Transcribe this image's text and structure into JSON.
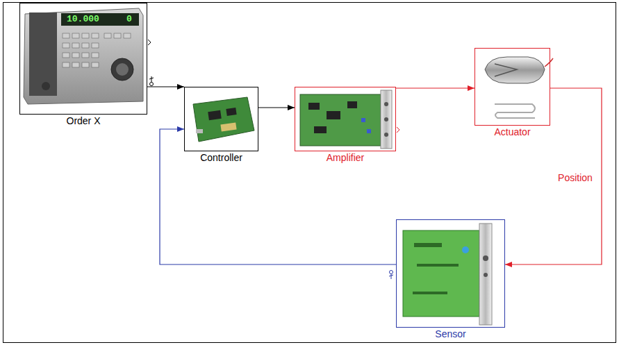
{
  "diagram": {
    "nodes": [
      {
        "text": [
          "Order X"
        ]
      },
      {
        "text": [
          "Controller"
        ]
      },
      {
        "text": [
          "Amplifier"
        ]
      },
      {
        "text": [
          "Actuator"
        ]
      },
      {
        "text": [
          "Sensor"
        ]
      }
    ],
    "edges": [
      {
        "from": 0,
        "to": 1,
        "arrow": "to"
      },
      {
        "from": 1,
        "to": 2,
        "arrow": "to"
      },
      {
        "from": 2,
        "to": 3,
        "arrow": "to"
      },
      {
        "from": 3,
        "to": 4,
        "label": "Position",
        "arrow": "to"
      },
      {
        "from": 4,
        "to": 1,
        "arrow": "to"
      }
    ],
    "labels": [
      "10.000",
      "0"
    ]
  }
}
